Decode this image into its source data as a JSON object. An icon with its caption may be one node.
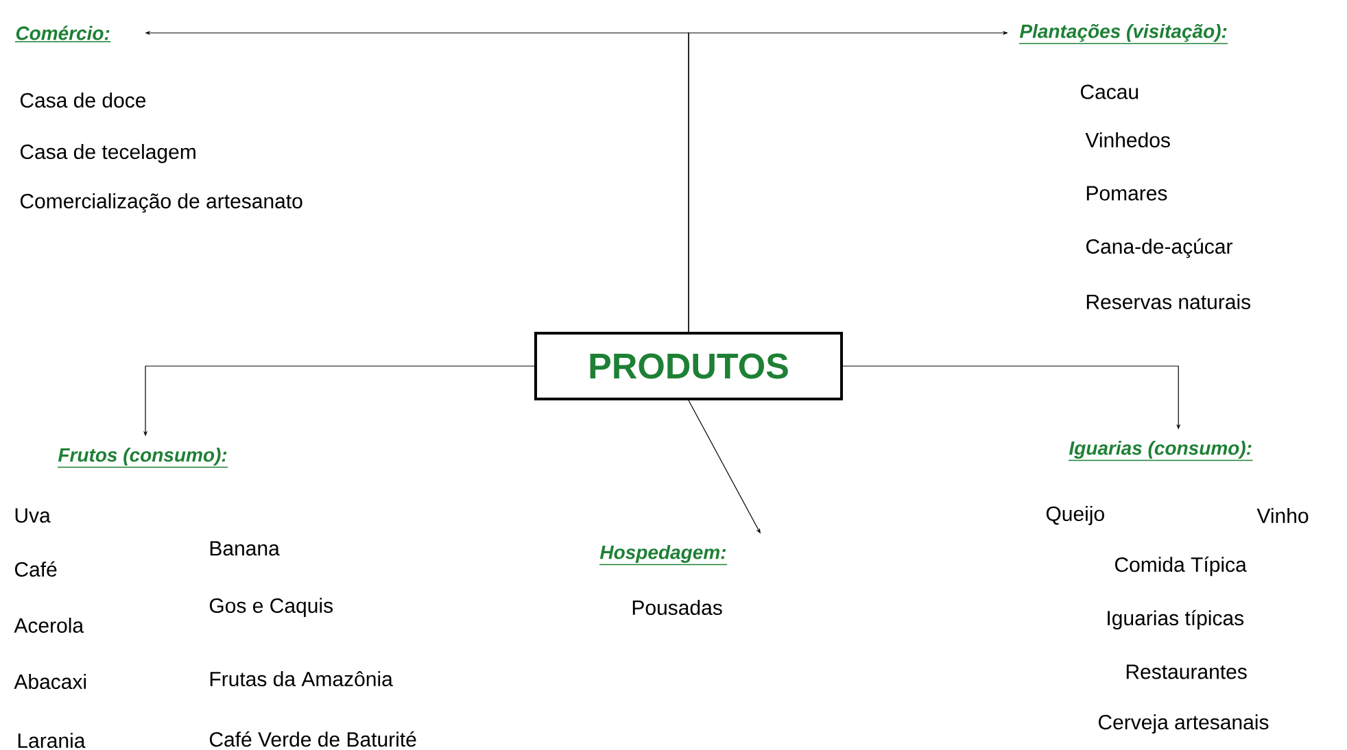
{
  "diagram": {
    "nodes": [
      {
        "text": [
          "PRODUTOS"
        ]
      },
      {
        "text": [
          "Comércio:"
        ]
      },
      {
        "text": [
          "Plantações (visitação):"
        ]
      },
      {
        "text": [
          "Frutos (consumo):"
        ]
      },
      {
        "text": [
          "Iguarias (consumo):"
        ]
      },
      {
        "text": [
          "Hospedagem:"
        ]
      }
    ],
    "edges": [
      {
        "from": 0,
        "to": 1,
        "arrow": "to"
      },
      {
        "from": 0,
        "to": 2,
        "arrow": "to"
      },
      {
        "from": 0,
        "to": 3,
        "arrow": "to"
      },
      {
        "from": 0,
        "to": 4,
        "arrow": "to"
      },
      {
        "from": 0,
        "to": 5,
        "arrow": "to"
      }
    ],
    "labels": [
      "Casa de doce",
      "Casa de tecelagem",
      "Comercialização de artesanato",
      "Cacau",
      "Vinhedos",
      "Pomares",
      "Cana-de-açúcar",
      "Reservas naturais",
      "Uva",
      "Banana",
      "Café",
      "Gos e Caquis",
      "Acerola",
      "Abacaxi",
      "Frutas da Amazônia",
      "Larania",
      "Café Verde de Baturité",
      "Pousadas",
      "Queijo",
      "Vinho",
      "Comida Típica",
      "Iguarias típicas",
      "Restaurantes",
      "Cerveja artesanais"
    ]
  }
}
